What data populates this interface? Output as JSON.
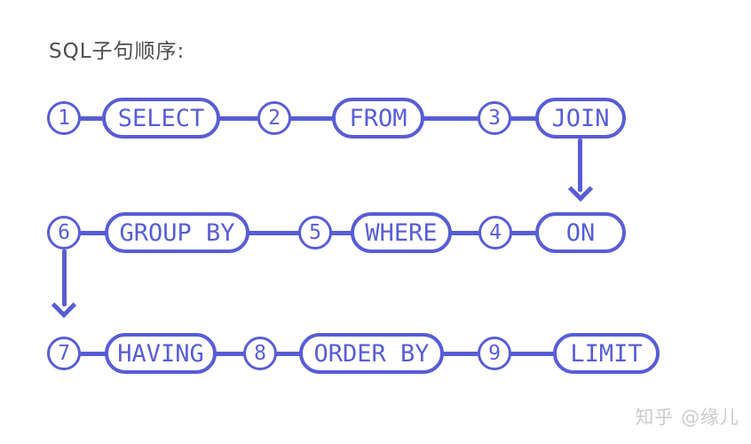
{
  "title": "SQL子句顺序:",
  "watermark": "知乎 @缘儿",
  "colors": {
    "accent": "#585dd5",
    "title": "#4e4e4e",
    "watermark": "#cccccc"
  },
  "diagram": {
    "rows": [
      {
        "items": [
          {
            "kind": "step-number",
            "label": "1"
          },
          {
            "kind": "clause",
            "label": "SELECT"
          },
          {
            "kind": "step-number",
            "label": "2"
          },
          {
            "kind": "clause",
            "label": "FROM"
          },
          {
            "kind": "step-number",
            "label": "3"
          },
          {
            "kind": "clause",
            "label": "JOIN"
          }
        ]
      },
      {
        "items": [
          {
            "kind": "step-number",
            "label": "6"
          },
          {
            "kind": "clause",
            "label": "GROUP BY"
          },
          {
            "kind": "step-number",
            "label": "5"
          },
          {
            "kind": "clause",
            "label": "WHERE"
          },
          {
            "kind": "step-number",
            "label": "4"
          },
          {
            "kind": "clause",
            "label": "ON"
          }
        ]
      },
      {
        "items": [
          {
            "kind": "step-number",
            "label": "7"
          },
          {
            "kind": "clause",
            "label": "HAVING"
          },
          {
            "kind": "step-number",
            "label": "8"
          },
          {
            "kind": "clause",
            "label": "ORDER BY"
          },
          {
            "kind": "step-number",
            "label": "9"
          },
          {
            "kind": "clause",
            "label": "LIMIT"
          }
        ]
      }
    ]
  }
}
